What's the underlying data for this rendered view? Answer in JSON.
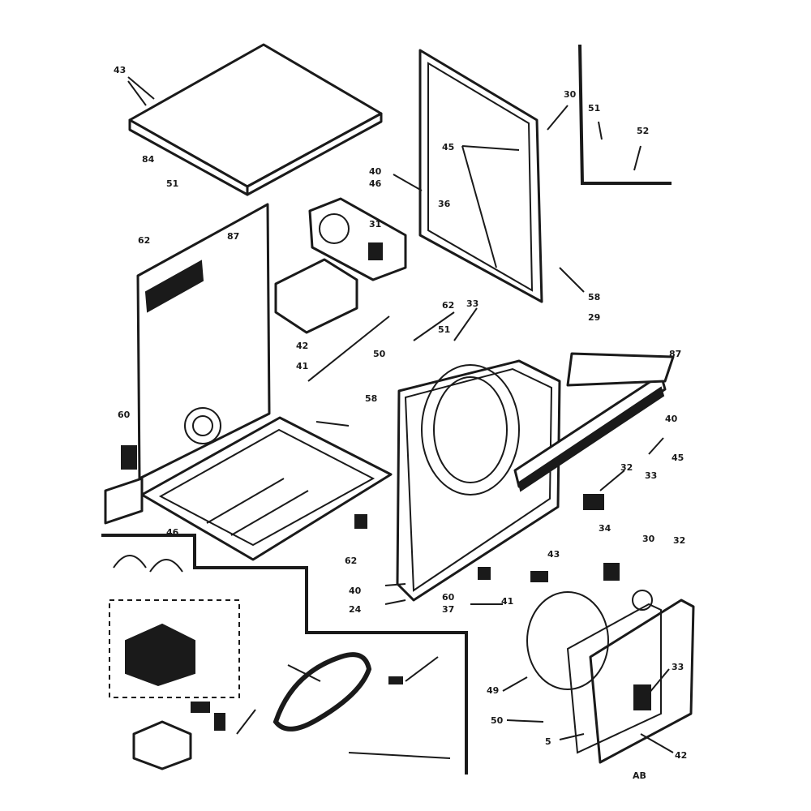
{
  "diagram": {
    "callouts": [
      "43",
      "84",
      "51",
      "62",
      "87",
      "31",
      "40",
      "46",
      "45",
      "36",
      "30",
      "51",
      "52",
      "58",
      "29",
      "87",
      "62",
      "51",
      "33",
      "42",
      "41",
      "50",
      "58",
      "60",
      "62",
      "46",
      "40",
      "45",
      "33",
      "32",
      "40",
      "24",
      "60",
      "37",
      "41",
      "43",
      "34",
      "30",
      "32",
      "49",
      "50",
      "5",
      "33",
      "42"
    ],
    "footer_code": "AB"
  }
}
